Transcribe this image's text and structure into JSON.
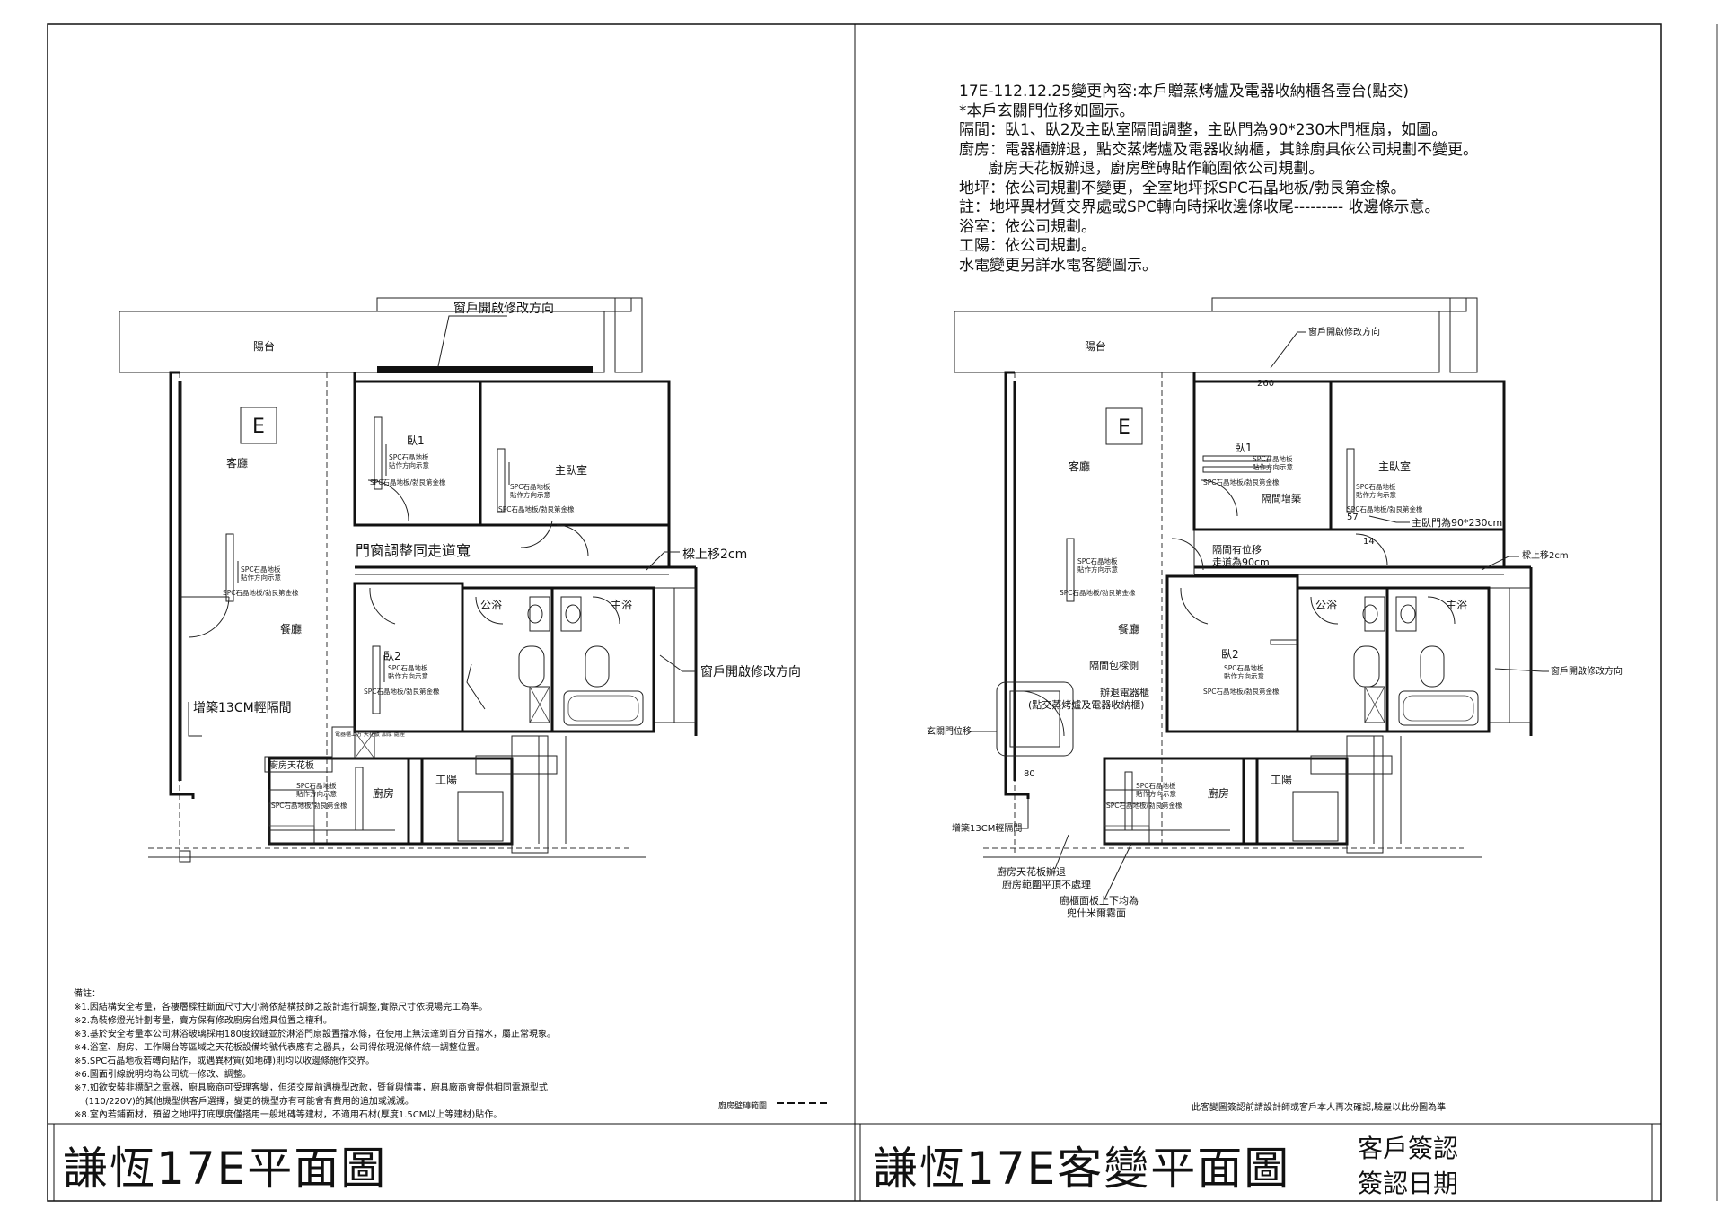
{
  "left_plan": {
    "room_labels": {
      "balcony": "陽台",
      "unit": "E",
      "living": "客廳",
      "dining": "餐廳",
      "bedroom1": "臥1",
      "master": "主臥室",
      "bedroom2": "臥2",
      "public_bath": "公浴",
      "master_bath": "主浴",
      "kitchen": "廚房",
      "utility": "工陽"
    },
    "floor_notes": {
      "spc_floor": "SPC石晶地板",
      "direction": "貼作方向示意",
      "trim": "SPC石晶地板/勃艮第金橡"
    },
    "callouts": {
      "window_top": "窗戶開啟修改方向",
      "door_adjust": "門窗調整同走道寬",
      "beam": "樑上移2cm",
      "window_right": "窗戶開啟修改方向",
      "partition": "增築13CM輕隔間",
      "ceiling": "廚房天花板",
      "ceiling_note": "電器櫃上方 天花板 加厚 處理"
    },
    "remarks_title": "備註：",
    "remarks": [
      "※1.因結構安全考量，各樓層樑柱斷面尺寸大小將依結構技師之設計進行調整,實際尺寸依現場完工為準。",
      "※2.為裝修燈光計劃考量，賣方保有修改廚房台燈具位置之權利。",
      "※3.基於安全考量本公司淋浴玻璃採用180度鉸鏈並於淋浴門扇設置擋水條，在使用上無法達到百分百擋水，屬正常現象。",
      "※4.浴室、廚房、工作陽台等區域之天花板設備均號代表應有之器具，公司得依現況條件統一調整位置。",
      "※5.SPC石晶地板若轉向貼作，或遇異材質(如地磚)則均以收邊條施作交界。",
      "※6.圖面引線說明均為公司統一修改、調整。",
      "※7.如欲安裝非標配之電器，廚具廠商可受理客變，但須交屋前遇機型改款，暨貨與情事，廚具廠商會提供相同電源型式",
      "    (110/220V)的其他機型供客戶選擇，變更的機型亦有可能會有費用的追加或減減。",
      "※8.室內若鋪面材，預留之地坪打底厚度僅搭用一般地磚等建材，不適用石材(厚度1.5CM以上等建材)貼作。"
    ],
    "legend": "廚房壁磚範圍",
    "title": "謙恆17E平面圖"
  },
  "right_plan": {
    "change_notes": [
      "17E-112.12.25變更內容:本戶贈蒸烤爐及電器收納櫃各壹台(點交)",
      "*本戶玄關門位移如圖示。",
      "隔間：臥1、臥2及主臥室隔間調整，主臥門為90*230木門框扇，如圖。",
      "廚房：電器櫃辦退，點交蒸烤爐及電器收納櫃，其餘廚具依公司規劃不變更。",
      "      廚房天花板辦退，廚房壁磚貼作範圍依公司規劃。",
      "地坪：依公司規劃不變更，全室地坪採SPC石晶地板/勃艮第金橡。",
      "註：地坪異材質交界處或SPC轉向時採收邊條收尾--------- 收邊條示意。",
      "浴室：依公司規劃。",
      "工陽：依公司規劃。",
      "水電變更另詳水電客變圖示。"
    ],
    "room_labels": {
      "balcony": "陽台",
      "unit": "E",
      "living": "客廳",
      "dining": "餐廳",
      "bedroom1": "臥1",
      "master": "主臥室",
      "bedroom2": "臥2",
      "public_bath": "公浴",
      "master_bath": "主浴",
      "kitchen": "廚房",
      "utility": "工陽"
    },
    "callouts": {
      "window_top": "窗戶開啟修改方向",
      "dim_260": "260",
      "partition_add": "隔間增築",
      "master_door": "主臥門為90*230cm",
      "partition_shift": "隔間有位移",
      "corridor": "走道為90cm",
      "beam": "樑上移2cm",
      "wrap_beam": "隔間包樑側",
      "cabinet_out": "辦退電器櫃",
      "delivered": "(點交蒸烤爐及電器收納櫃)",
      "window_right": "窗戶開啟修改方向",
      "entrance_shift": "玄關門位移",
      "dim_80": "80",
      "partition13": "增築13CM輕隔間",
      "ceiling_out": "廚房天花板辦退",
      "ceiling_scope": "廚房範圍平頂不處理",
      "cabinet_panel1": "廚櫃面板上下均為",
      "cabinet_panel2": "兜什米爾霧面",
      "dim_57": "57",
      "dim_14": "14"
    },
    "confirm_note": "此客變圖簽認前請設計師或客戶本人再次確認,驗屋以此份圖為準",
    "title": "謙恆17E客變平面圖",
    "sign_label": "客戶簽認",
    "sign_date_label": "簽認日期"
  }
}
